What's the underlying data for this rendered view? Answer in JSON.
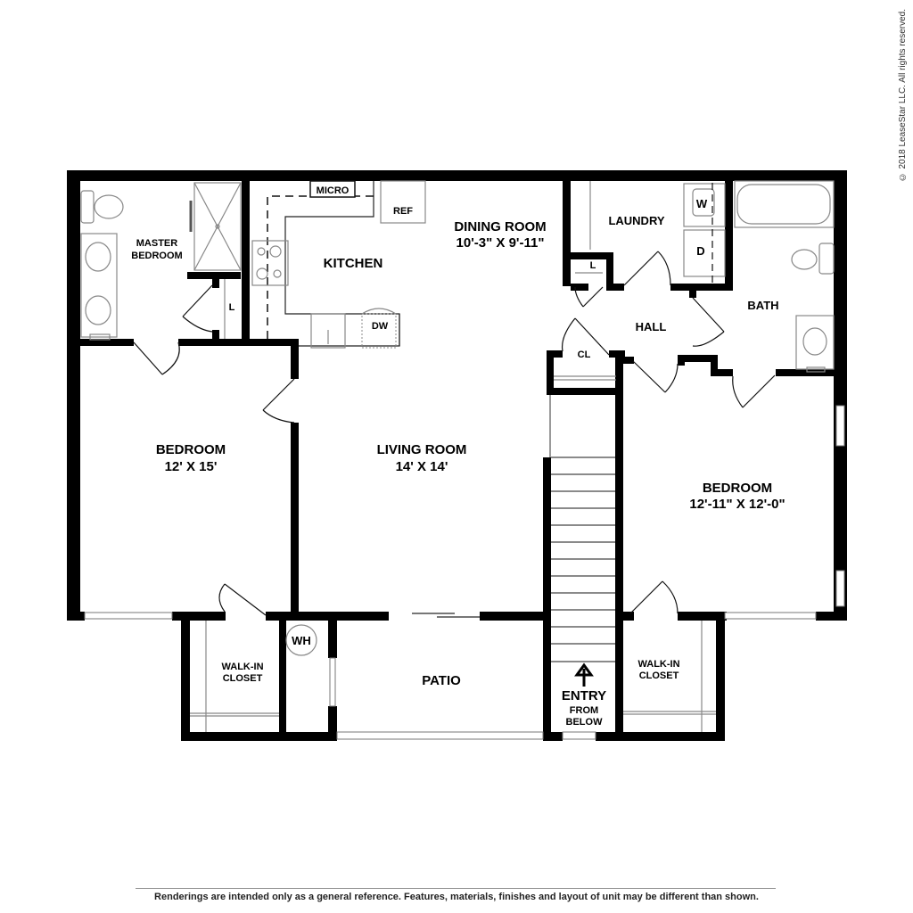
{
  "copyright": "© 2018 LeaseStar LLC. All rights reserved.",
  "disclaimer": "Renderings are intended only as a general reference. Features, materials, finishes and layout of unit may be different than shown.",
  "rooms": {
    "master_bath": {
      "line1": "MASTER",
      "line2": "BEDROOM"
    },
    "kitchen": {
      "name": "KITCHEN"
    },
    "dining_room": {
      "name": "DINING ROOM",
      "dims": "10'-3\" X 9'-11\""
    },
    "laundry": {
      "name": "LAUNDRY"
    },
    "bath": {
      "name": "BATH"
    },
    "hall": {
      "name": "HALL"
    },
    "bedroom_left": {
      "name": "BEDROOM",
      "dims": "12' X 15'"
    },
    "living_room": {
      "name": "LIVING ROOM",
      "dims": "14' X 14'"
    },
    "bedroom_right": {
      "name": "BEDROOM",
      "dims": "12'-11\" X 12'-0\""
    },
    "walkin_left": {
      "line1": "WALK-IN",
      "line2": "CLOSET"
    },
    "walkin_right": {
      "line1": "WALK-IN",
      "line2": "CLOSET"
    },
    "patio": {
      "name": "PATIO"
    },
    "entry": {
      "name": "ENTRY",
      "line2": "FROM",
      "line3": "BELOW"
    }
  },
  "fixtures": {
    "micro": "MICRO",
    "ref": "REF",
    "dw": "DW",
    "washer": "W",
    "dryer": "D",
    "water_heater": "WH",
    "linen_master": "L",
    "linen_laundry": "L",
    "closet_hall": "CL"
  },
  "colors": {
    "wall": "#000000",
    "background": "#ffffff",
    "fixture": "#888888"
  }
}
